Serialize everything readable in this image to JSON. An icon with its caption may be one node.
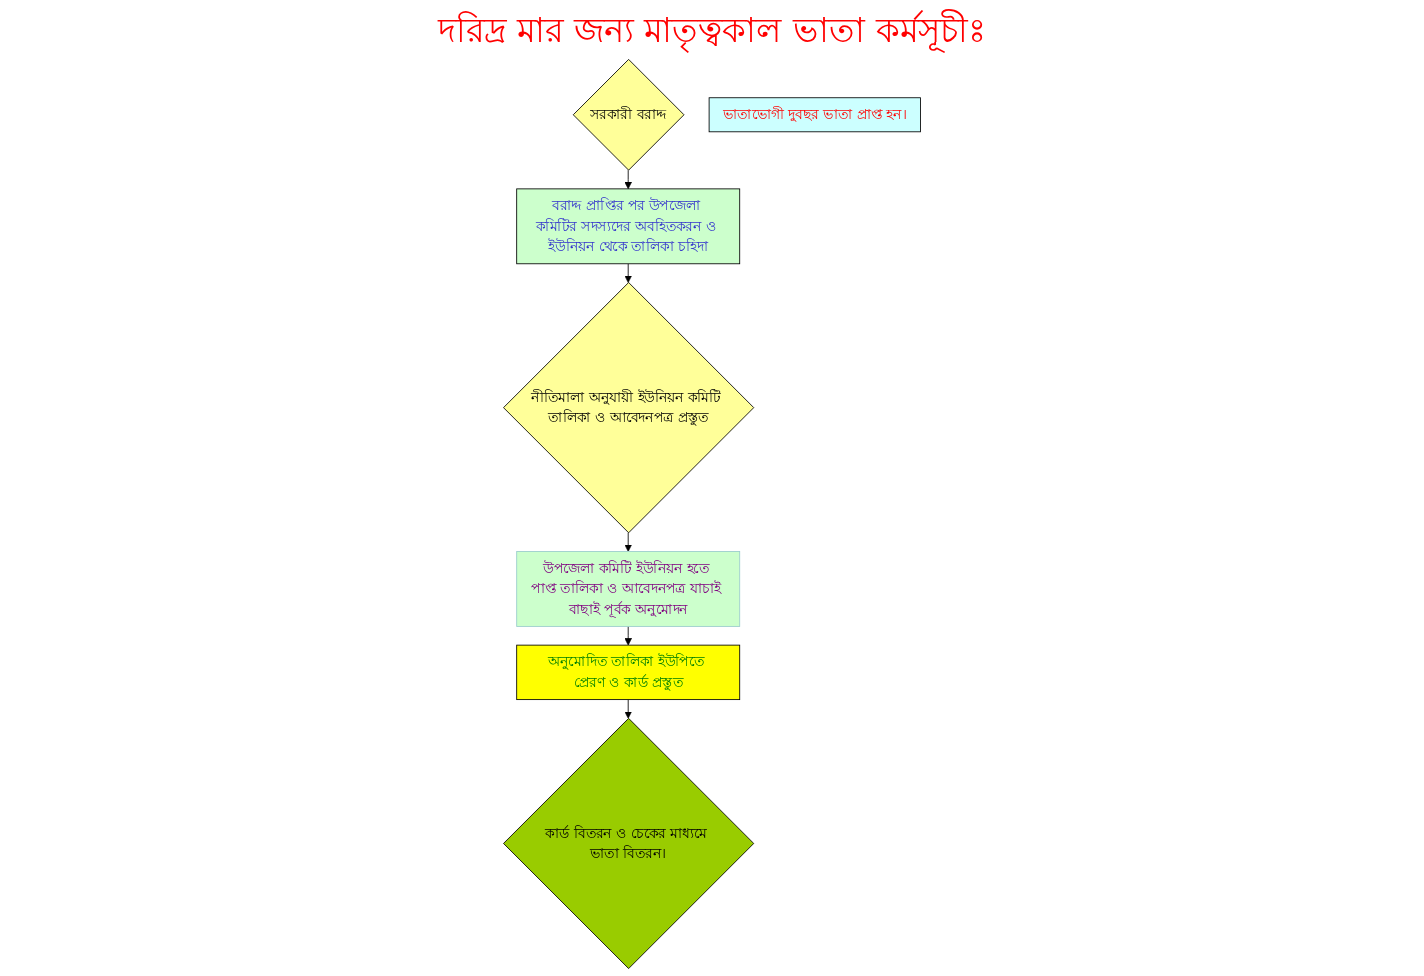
{
  "diagram": {
    "title": "দরিদ্র মার জন্য মাতৃত্বকাল ভাতা কর্মসূচীঃ",
    "nodes": [
      {
        "text": [
          "সরকারী বরাদ্দ"
        ]
      },
      {
        "text": [
          "বরাদ্দ প্রাপ্তির পর উপজেলা কমিটির সদস্যদের অবহিতকরন ও ইউনিয়ন থেকে তালিকা চহিদা"
        ]
      },
      {
        "text": [
          "নীতিমালা অনুযায়ী ইউনিয়ন কমিটি তালিকা ও আবেদনপত্র প্রস্তুত"
        ]
      },
      {
        "text": [
          "উপজেলা কমিটি ইউনিয়ন হতে পাপ্ত তালিকা ও আবেদনপত্র যাচাই বাছাই পূর্বক অনুমোদন"
        ]
      },
      {
        "text": [
          "অনুমোদিত তালিকা ইউপিতে প্রেরণ ও কার্ড প্রস্তুত"
        ]
      },
      {
        "text": [
          "কার্ড বিতরন ও চেকের মাধ্যমে ভাতা বিতরন।"
        ]
      },
      {
        "text": [
          "ভাতাভোগী দুবছর ভাতা প্রাপ্ত হন।"
        ]
      }
    ],
    "edges": [
      {
        "from": 0,
        "to": 1,
        "arrow": "to"
      },
      {
        "from": 1,
        "to": 2,
        "arrow": "to"
      },
      {
        "from": 2,
        "to": 3,
        "arrow": "to"
      },
      {
        "from": 3,
        "to": 4,
        "arrow": "to"
      },
      {
        "from": 4,
        "to": 5,
        "arrow": "to"
      }
    ]
  }
}
